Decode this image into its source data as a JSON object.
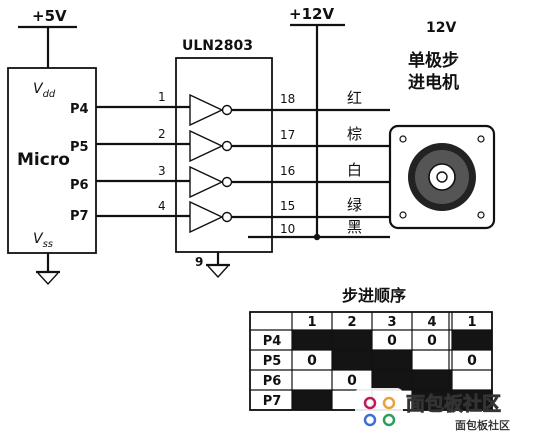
{
  "supply": {
    "v5": "+5V",
    "v12": "+12V",
    "motor_v": "12V"
  },
  "micro": {
    "name": "Micro",
    "vdd_label": "V",
    "vdd_sub": "dd",
    "vss_label": "V",
    "vss_sub": "ss",
    "pins": [
      "P4",
      "P5",
      "P6",
      "P7"
    ]
  },
  "driver": {
    "name": "ULN2803",
    "inputs": [
      "1",
      "2",
      "3",
      "4"
    ],
    "outputs": [
      "18",
      "17",
      "16",
      "15"
    ],
    "common_pin": "10",
    "ground_pin": "9"
  },
  "motor": {
    "title_line1": "单极步",
    "title_line2": "进电机",
    "wire_colors": [
      "红",
      "棕",
      "白",
      "绿",
      "黑"
    ]
  },
  "sequence_table": {
    "title": "步进顺序",
    "steps": [
      "1",
      "2",
      "3",
      "4",
      "1"
    ],
    "rows": [
      {
        "pin": "P4",
        "cells": [
          "1",
          "1",
          "0",
          "0",
          "1"
        ]
      },
      {
        "pin": "P5",
        "cells": [
          "0",
          "1",
          "1",
          "0",
          "0"
        ]
      },
      {
        "pin": "P6",
        "cells": [
          "0",
          "0",
          "1",
          "1",
          "0"
        ]
      },
      {
        "pin": "P7",
        "cells": [
          "1",
          "0",
          "0",
          "1",
          "1"
        ]
      }
    ],
    "visible_zero_marks": [
      {
        "row": 0,
        "col": 2
      },
      {
        "row": 0,
        "col": 3
      },
      {
        "row": 1,
        "col": 0
      },
      {
        "row": 1,
        "col": 4
      },
      {
        "row": 2,
        "col": 1
      },
      {
        "row": 3,
        "col": 0
      }
    ]
  },
  "watermark": {
    "text": "面包板社区",
    "sub": "面包板社区"
  }
}
